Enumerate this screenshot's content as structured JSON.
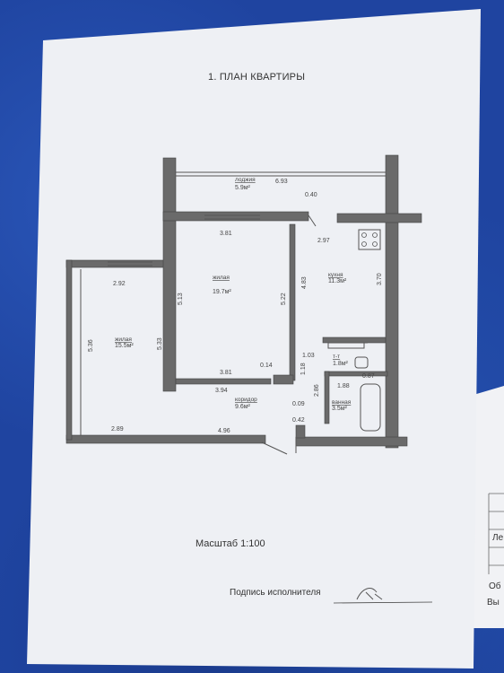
{
  "document": {
    "title": "1. ПЛАН КВАРТИРЫ",
    "scale": "Масштаб 1:100",
    "signature_label": "Подпись исполнителя"
  },
  "rooms": [
    {
      "id": "loggia",
      "name": "лоджия",
      "area": "5.9м²"
    },
    {
      "id": "living-large",
      "name": "жилая",
      "area": "19.7м²"
    },
    {
      "id": "living-small",
      "name": "жилая",
      "area": "15.5м²"
    },
    {
      "id": "kitchen",
      "name": "кухня",
      "area": "11.3м²"
    },
    {
      "id": "toilet",
      "name": "т-т",
      "area": "1.8м²"
    },
    {
      "id": "bathroom",
      "name": "ванная",
      "area": "3.5м²"
    },
    {
      "id": "corridor",
      "name": "коридор",
      "area": "9.6м²"
    }
  ],
  "dimensions": {
    "loggia_width": "6.93",
    "loggia_depth": "0.40",
    "living_large_top": "3.81",
    "living_large_bottom": "3.81",
    "living_large_left": "5.13",
    "living_large_right": "5.22",
    "kitchen_left": "4.83",
    "kitchen_right": "3.70",
    "kitchen_top": "2.97",
    "living_small_top": "2.92",
    "living_small_left": "5.36",
    "living_small_right": "5.33",
    "living_small_bottom": "2.89",
    "corridor_bottom": "4.96",
    "corridor_top": "3.94",
    "d_014": "0.14",
    "d_118": "1.18",
    "d_103": "1.03",
    "d_087": "0.87",
    "d_188": "1.88",
    "d_286": "2.86",
    "d_009": "0.09",
    "d_042": "0.42"
  },
  "side_sheet": {
    "line1": "Об",
    "line2": "Вы",
    "line3": "Ле"
  },
  "colors": {
    "fabric": "#1f44a0",
    "paper": "#eef0f4",
    "wall": "#555555",
    "ink": "#333333"
  }
}
